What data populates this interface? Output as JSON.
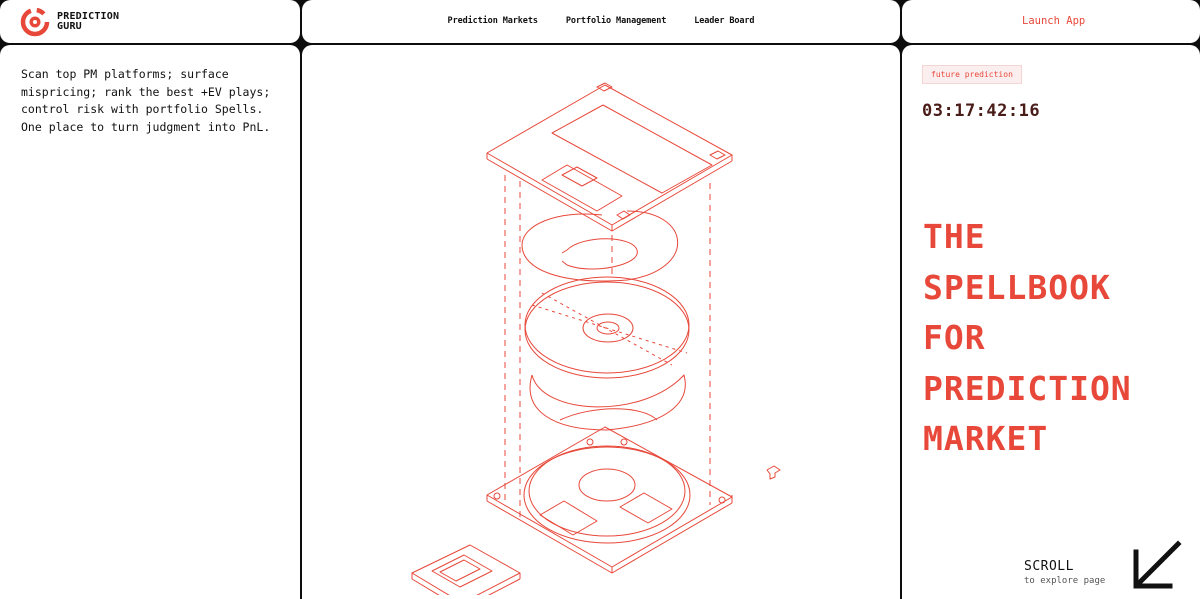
{
  "brand": {
    "line1": "PREDICTION",
    "line2": "GURU",
    "logo_icon": "target-logo-icon",
    "accent_color": "#e8483a"
  },
  "nav": {
    "items": [
      {
        "label": "Prediction Markets"
      },
      {
        "label": "Portfolio Management"
      },
      {
        "label": "Leader Board"
      }
    ]
  },
  "header": {
    "launch_label": "Launch App"
  },
  "intro": {
    "text": "Scan top PM platforms; surface mispricing; rank the best +EV plays; control risk with portfolio Spells. One place to turn judgment into PnL."
  },
  "hero": {
    "illustration": "exploded-floppy-disk-illustration",
    "tag": "future prediction",
    "countdown": "03:17:42:16",
    "headline": [
      "THE",
      "SPELLBOOK",
      "FOR",
      "PREDICTION",
      "MARKET"
    ]
  },
  "scroll": {
    "title": "SCROLL",
    "subtitle": "to explore page",
    "icon": "arrow-down-left-icon"
  }
}
